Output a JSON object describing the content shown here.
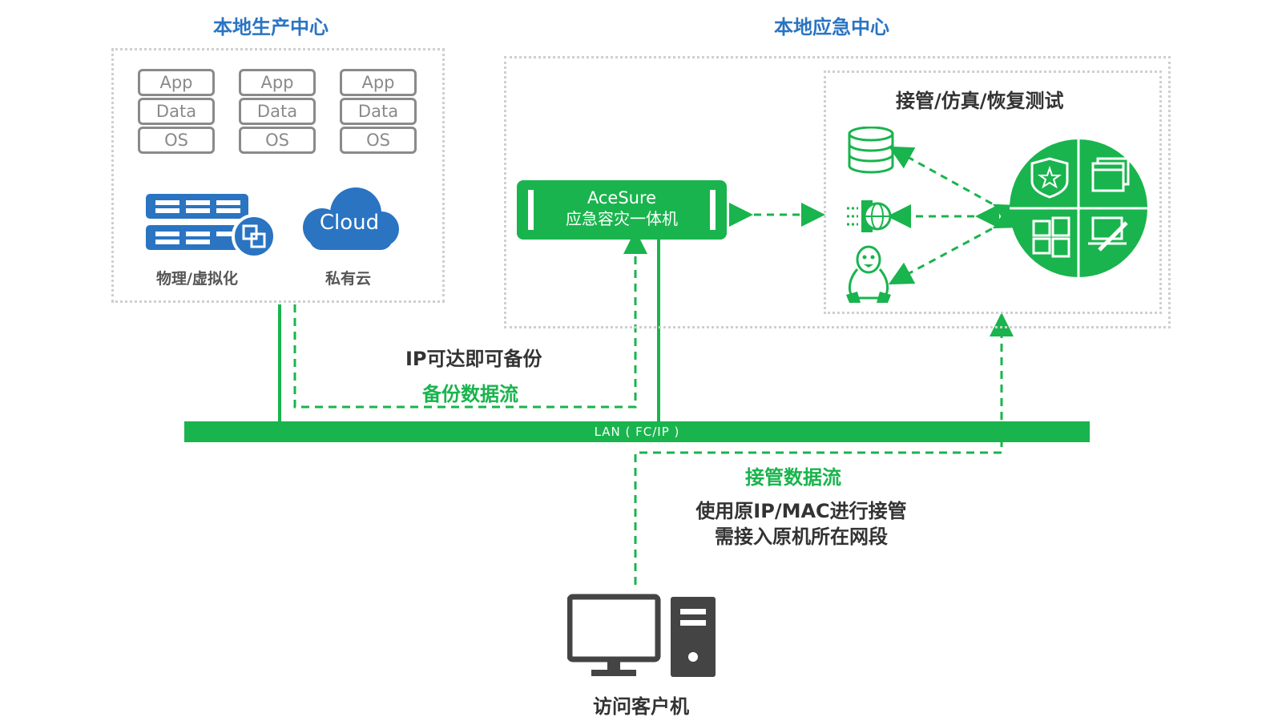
{
  "titles": {
    "production": "本地生产中心",
    "emergency": "本地应急中心"
  },
  "stacks": [
    {
      "app": "App",
      "data": "Data",
      "os": "OS"
    },
    {
      "app": "App",
      "data": "Data",
      "os": "OS"
    },
    {
      "app": "App",
      "data": "Data",
      "os": "OS"
    }
  ],
  "production": {
    "physical_label": "物理/虚拟化",
    "cloud_text": "Cloud",
    "cloud_label": "私有云"
  },
  "appliance": {
    "name": "AceSure",
    "subtitle": "应急容灾一体机"
  },
  "test_box": {
    "title": "接管/仿真/恢复测试"
  },
  "labels": {
    "ip_reachable": "IP可达即可备份",
    "backup_flow": "备份数据流",
    "lan": "LAN ( FC/IP )",
    "takeover_flow": "接管数据流",
    "takeover_note_1": "使用原IP/MAC进行接管",
    "takeover_note_2": "需接入原机所在网段",
    "client": "访问客户机"
  },
  "colors": {
    "green": "#19b44d",
    "blue": "#2a74c2",
    "gray": "#8a8a8a",
    "dark": "#444444"
  },
  "icons": [
    "database-icon",
    "firewall-globe-icon",
    "linux-penguin-icon",
    "security-shield-icon",
    "browser-window-icon",
    "windows-logo-icon",
    "laptop-edit-icon",
    "monitor-icon",
    "tower-pc-icon",
    "server-rack-icon",
    "cloud-icon"
  ]
}
